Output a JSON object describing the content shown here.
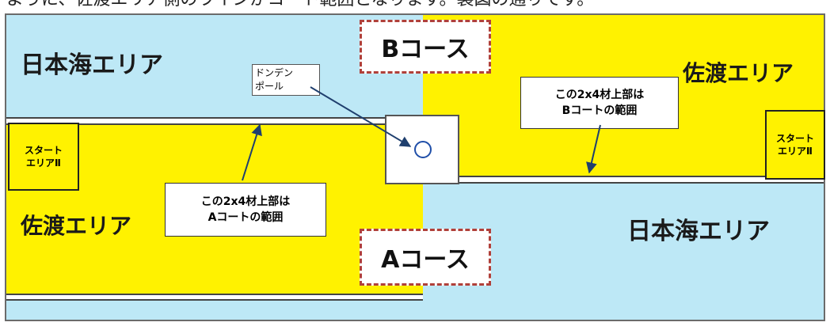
{
  "caption": "ように、佐渡エリア側のラインがコート範囲となります。製図の通りです。",
  "areas": {
    "nihonkai_top": "日本海エリア",
    "sado_right": "佐渡エリア",
    "sado_left": "佐渡エリア",
    "nihonkai_bottom": "日本海エリア"
  },
  "start_left": "スタート\nエリアⅡ",
  "start_right": "スタート\nエリアⅡ",
  "course_b": "Bコース",
  "course_a": "Aコース",
  "pole_label": "ドンデン\nポール",
  "callout_b": "この2x4材上部は\nBコートの範囲",
  "callout_a": "この2x4材上部は\nAコートの範囲",
  "colors": {
    "sky": "#bde8f6",
    "yellow": "#fff200",
    "course_border": "#b0403a",
    "arrow": "#1f3f6e"
  }
}
